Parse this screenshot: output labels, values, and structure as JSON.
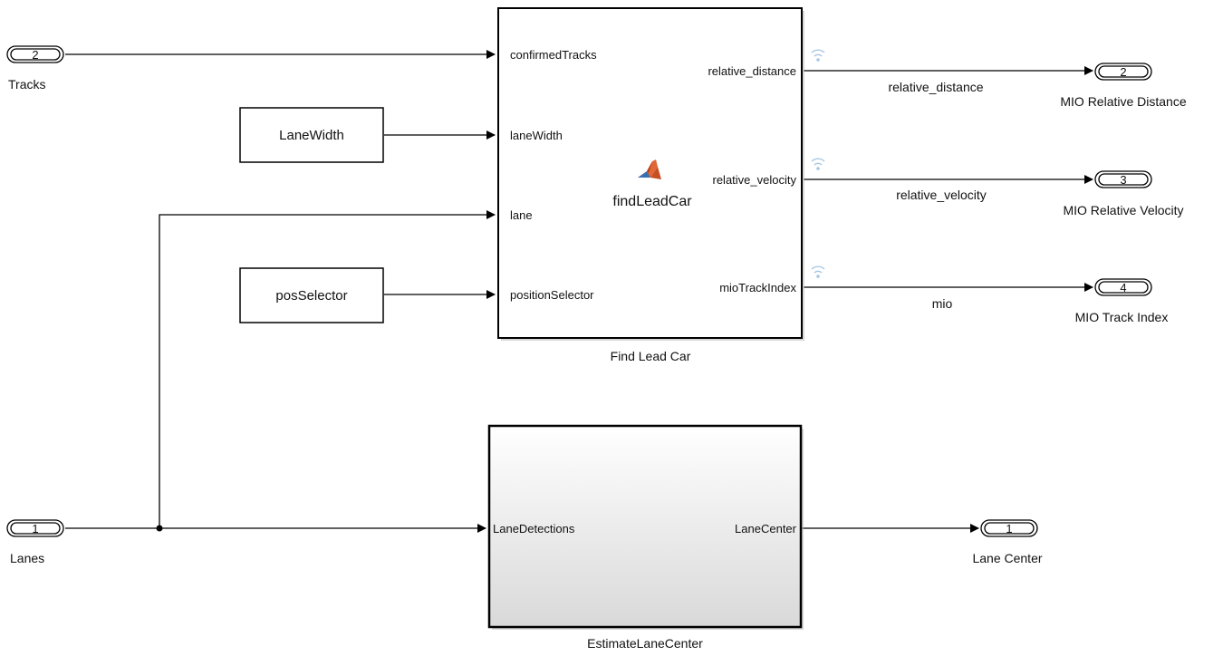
{
  "diagram": {
    "inports": [
      {
        "number": "2",
        "label": "Tracks"
      },
      {
        "number": "1",
        "label": "Lanes"
      }
    ],
    "constants": [
      {
        "label": "LaneWidth"
      },
      {
        "label": "posSelector"
      }
    ],
    "find_lead_car": {
      "block_label": "Find Lead Car",
      "function_name": "findLeadCar",
      "icon": "matlab-logo-icon",
      "inputs": [
        "confirmedTracks",
        "laneWidth",
        "lane",
        "positionSelector"
      ],
      "outputs": [
        "relative_distance",
        "relative_velocity",
        "mioTrackIndex"
      ]
    },
    "estimate_lane_center": {
      "block_label": "EstimateLaneCenter",
      "inputs": [
        "LaneDetections"
      ],
      "outputs": [
        "LaneCenter"
      ]
    },
    "signal_labels": [
      "relative_distance",
      "relative_velocity",
      "mio"
    ],
    "outports": [
      {
        "number": "2",
        "label": "MIO Relative Distance"
      },
      {
        "number": "3",
        "label": "MIO Relative Velocity"
      },
      {
        "number": "4",
        "label": "MIO Track Index"
      },
      {
        "number": "1",
        "label": "Lane Center"
      }
    ],
    "colors": {
      "line": "#000000",
      "signal_logging": "#a7c7e3",
      "matlab_orange": "#e16737"
    }
  }
}
